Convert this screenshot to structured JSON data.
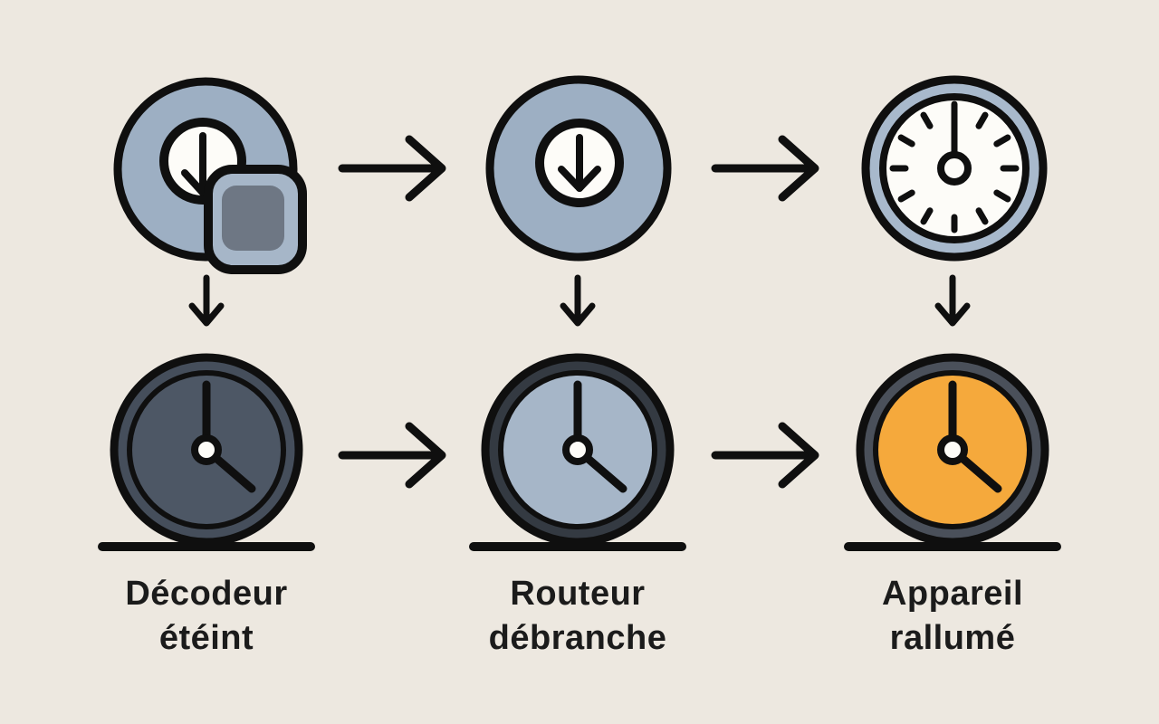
{
  "figure": {
    "description": "Three-step reboot sequence illustration with power icons, clocks and arrows",
    "background": "#EDE8E0",
    "colors": {
      "background": "#EDE8E0",
      "outline": "#0F0F0F",
      "blue_gray": "#9DAFC3",
      "blue_gray_light": "#A6B6C8",
      "clock_ring_blue": "#A8B9CC",
      "white": "#FDFCF8",
      "device_square": "#6E7784",
      "dark_slate_face": "#4D5765",
      "slate_ring": "#454E5B",
      "dark_ring": "#343A42",
      "gray_ring": "#4A505A",
      "orange": "#F5A93C",
      "text": "#1B1B1B"
    },
    "steps": [
      {
        "top_icon": "power-button-device-icon",
        "bottom_icon": "wall-clock-dark-icon",
        "label_line1": "Décodeur",
        "label_line2": "étéint"
      },
      {
        "top_icon": "power-button-icon",
        "bottom_icon": "wall-clock-blue-icon",
        "label_line1": "Routeur",
        "label_line2": "débranche"
      },
      {
        "top_icon": "clock-noon-icon",
        "bottom_icon": "wall-clock-orange-icon",
        "label_line1": "Appareil",
        "label_line2": "rallumé"
      }
    ],
    "connectors": {
      "horizontal_arrows": 4,
      "vertical_arrows": 3,
      "ground_lines": 3
    }
  }
}
